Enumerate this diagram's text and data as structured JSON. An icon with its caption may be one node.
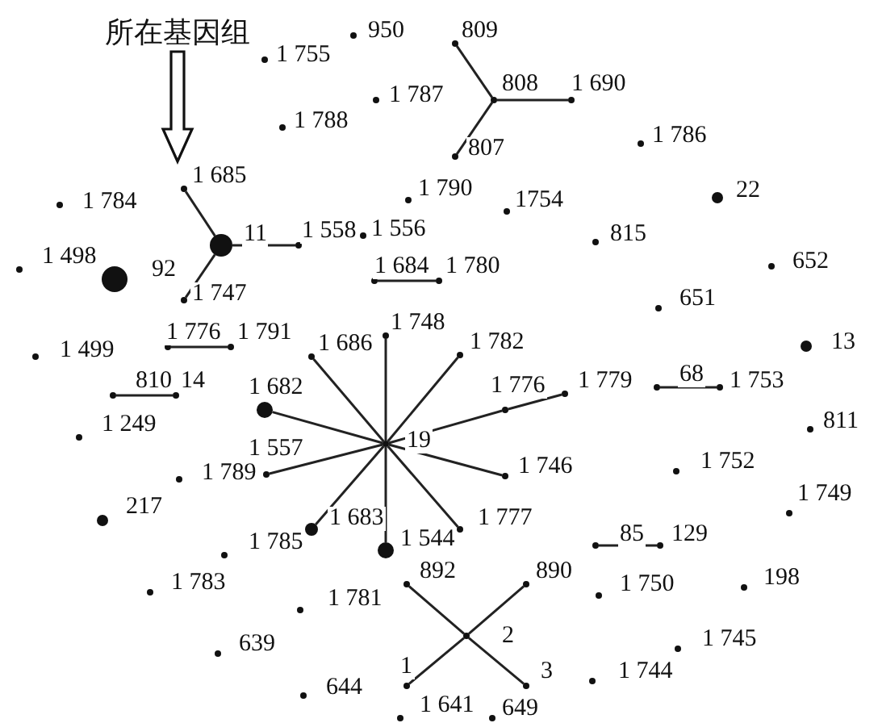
{
  "diagram": {
    "nodes": [
      {
        "text": [
          "所在基因组"
        ]
      },
      {
        "text": [
          "1 755"
        ]
      },
      {
        "text": [
          "950"
        ]
      },
      {
        "text": [
          "809"
        ]
      },
      {
        "text": [
          "1 787"
        ]
      },
      {
        "text": [
          "808"
        ]
      },
      {
        "text": [
          "1 690"
        ]
      },
      {
        "text": [
          "1 788"
        ]
      },
      {
        "text": [
          "807"
        ]
      },
      {
        "text": [
          "1 786"
        ]
      },
      {
        "text": [
          "1 685"
        ]
      },
      {
        "text": [
          "1 784"
        ]
      },
      {
        "text": [
          "1 790"
        ]
      },
      {
        "text": [
          "1754"
        ]
      },
      {
        "text": [
          "22"
        ]
      },
      {
        "text": [
          "11"
        ]
      },
      {
        "text": [
          "1 558"
        ]
      },
      {
        "text": [
          "1 556"
        ]
      },
      {
        "text": [
          "815"
        ]
      },
      {
        "text": [
          "1 498"
        ]
      },
      {
        "text": [
          "92"
        ]
      },
      {
        "text": [
          "1 684"
        ]
      },
      {
        "text": [
          "1 780"
        ]
      },
      {
        "text": [
          "652"
        ]
      },
      {
        "text": [
          "1 747"
        ]
      },
      {
        "text": [
          "651"
        ]
      },
      {
        "text": [
          "1 748"
        ]
      },
      {
        "text": [
          "1 776"
        ]
      },
      {
        "text": [
          "1 791"
        ]
      },
      {
        "text": [
          "1 686"
        ]
      },
      {
        "text": [
          "1 782"
        ]
      },
      {
        "text": [
          "13"
        ]
      },
      {
        "text": [
          "1 499"
        ]
      },
      {
        "text": [
          "810"
        ]
      },
      {
        "text": [
          "14"
        ]
      },
      {
        "text": [
          "1 682"
        ]
      },
      {
        "text": [
          "1 776"
        ]
      },
      {
        "text": [
          "1 779"
        ]
      },
      {
        "text": [
          "68"
        ]
      },
      {
        "text": [
          "1 753"
        ]
      },
      {
        "text": [
          "1 249"
        ]
      },
      {
        "text": [
          "19"
        ]
      },
      {
        "text": [
          "811"
        ]
      },
      {
        "text": [
          "1 557"
        ]
      },
      {
        "text": [
          "1 789"
        ]
      },
      {
        "text": [
          "1 746"
        ]
      },
      {
        "text": [
          "1 752"
        ]
      },
      {
        "text": [
          "217"
        ]
      },
      {
        "text": [
          "1 749"
        ]
      },
      {
        "text": [
          "1 683"
        ]
      },
      {
        "text": [
          "1 777"
        ]
      },
      {
        "text": [
          "85"
        ]
      },
      {
        "text": [
          "129"
        ]
      },
      {
        "text": [
          "1 785"
        ]
      },
      {
        "text": [
          "1 544"
        ]
      },
      {
        "text": [
          "892"
        ]
      },
      {
        "text": [
          "890"
        ]
      },
      {
        "text": [
          "1 783"
        ]
      },
      {
        "text": [
          "198"
        ]
      },
      {
        "text": [
          "1 750"
        ]
      },
      {
        "text": [
          "1 781"
        ]
      },
      {
        "text": [
          "2"
        ]
      },
      {
        "text": [
          "1 745"
        ]
      },
      {
        "text": [
          "639"
        ]
      },
      {
        "text": [
          "1"
        ]
      },
      {
        "text": [
          "3"
        ]
      },
      {
        "text": [
          "1 744"
        ]
      },
      {
        "text": [
          "644"
        ]
      },
      {
        "text": [
          "1 641"
        ]
      },
      {
        "text": [
          "649"
        ]
      }
    ],
    "edges": [
      {
        "from": 0,
        "to": 10,
        "arrow": "to"
      },
      {
        "from": 15,
        "to": 10,
        "arrow": "none"
      },
      {
        "from": 15,
        "to": 16,
        "arrow": "none"
      },
      {
        "from": 15,
        "to": 24,
        "arrow": "none"
      },
      {
        "from": 5,
        "to": 3,
        "arrow": "none"
      },
      {
        "from": 5,
        "to": 8,
        "arrow": "none"
      },
      {
        "from": 5,
        "to": 6,
        "arrow": "none"
      },
      {
        "from": 21,
        "to": 22,
        "arrow": "none"
      },
      {
        "from": 27,
        "to": 28,
        "arrow": "none"
      },
      {
        "from": 33,
        "to": 34,
        "arrow": "none"
      },
      {
        "from": 41,
        "to": 29,
        "arrow": "none"
      },
      {
        "from": 41,
        "to": 26,
        "arrow": "none"
      },
      {
        "from": 41,
        "to": 30,
        "arrow": "none"
      },
      {
        "from": 41,
        "to": 36,
        "arrow": "none"
      },
      {
        "from": 41,
        "to": 45,
        "arrow": "none"
      },
      {
        "from": 41,
        "to": 50,
        "arrow": "none"
      },
      {
        "from": 41,
        "to": 54,
        "arrow": "none"
      },
      {
        "from": 41,
        "to": 49,
        "arrow": "none"
      },
      {
        "from": 41,
        "to": 43,
        "arrow": "none"
      },
      {
        "from": 41,
        "to": 35,
        "arrow": "none"
      },
      {
        "from": 36,
        "to": 37,
        "arrow": "none"
      },
      {
        "from": 38,
        "to": 39,
        "arrow": "none"
      },
      {
        "from": 51,
        "to": 52,
        "arrow": "none"
      },
      {
        "from": 61,
        "to": 55,
        "arrow": "none"
      },
      {
        "from": 61,
        "to": 56,
        "arrow": "none"
      },
      {
        "from": 61,
        "to": 64,
        "arrow": "none"
      },
      {
        "from": 61,
        "to": 65,
        "arrow": "none"
      }
    ]
  }
}
